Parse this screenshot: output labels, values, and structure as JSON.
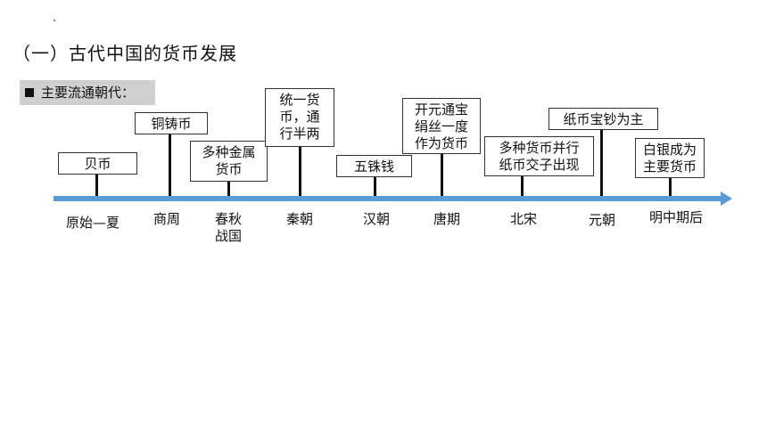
{
  "title": "（一）古代中国的货币发展",
  "subtitle": "主要流通朝代：",
  "timeline": [
    {
      "era": "原始—夏",
      "currency": "贝币"
    },
    {
      "era": "商周",
      "currency": "铜铸币"
    },
    {
      "era": "春秋\n战国",
      "currency": "多种金属\n货币"
    },
    {
      "era": "秦朝",
      "currency": "统一货\n币，通\n行半两"
    },
    {
      "era": "汉朝",
      "currency": "五铢钱"
    },
    {
      "era": "唐期",
      "currency": "开元通宝\n绢丝一度\n作为货币"
    },
    {
      "era": "北宋",
      "currency": "多种货币并行\n纸币交子出现"
    },
    {
      "era": "元朝",
      "currency": "纸币宝钞为主"
    },
    {
      "era": "明中期后",
      "currency": "白银成为\n主要货币"
    }
  ],
  "colors": {
    "axis": "#5b9bd5",
    "subtitle_bg": "#d0d0d0"
  }
}
